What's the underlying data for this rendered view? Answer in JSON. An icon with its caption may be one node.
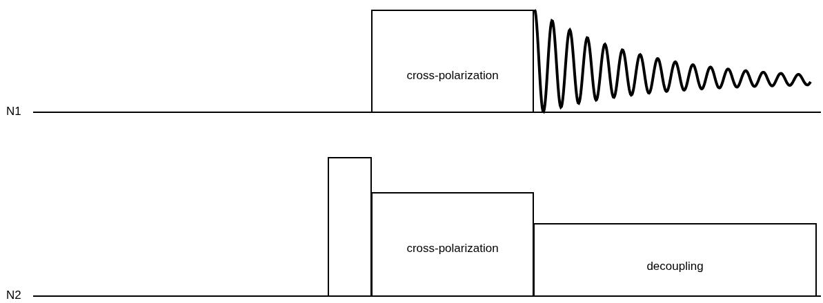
{
  "diagram": {
    "nodes": [
      {
        "text": [
          "cross-polarization"
        ]
      },
      {
        "text": [],
        "shape": "box"
      },
      {
        "text": [
          "cross-polarization"
        ]
      },
      {
        "text": [
          "decoupling"
        ]
      }
    ],
    "labels": [
      "N1",
      "N2"
    ]
  }
}
